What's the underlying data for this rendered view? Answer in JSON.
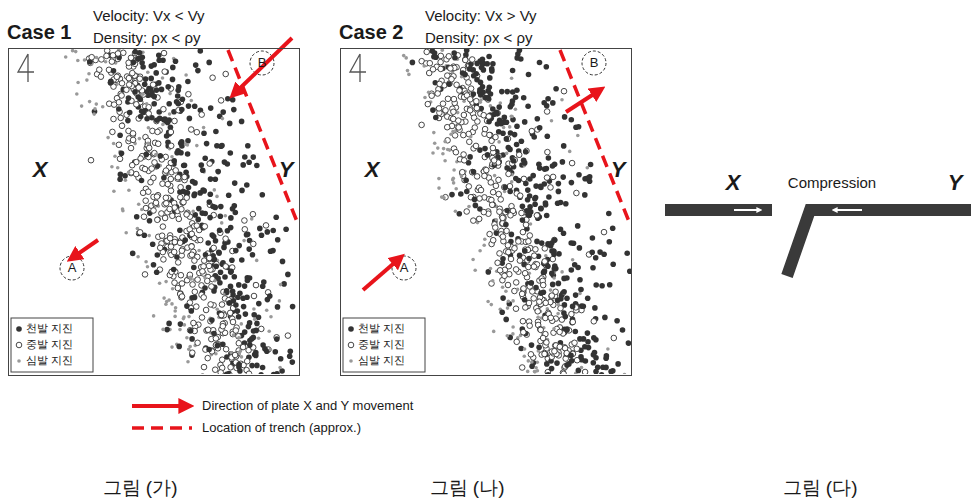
{
  "diagram": {
    "nodes": [
      {
        "text": [
          "Case 1"
        ]
      },
      {
        "text": [
          "Case 2"
        ]
      }
    ],
    "labels": [
      "Velocity: Vx < Vy",
      "Density: ρx < ρy",
      "Velocity: Vx > Vy",
      "Density: ρx < ρy",
      "X",
      "Y",
      "A",
      "B",
      "X",
      "Y",
      "A",
      "B",
      "X",
      "Compression",
      "Y",
      "그림 (가)",
      "그림 (나)",
      "그림 (다)"
    ],
    "legend": [
      {
        "text": "천발 지진"
      },
      {
        "text": "중발 지진"
      },
      {
        "text": "심발 지진"
      },
      {
        "text": "천발 지진"
      },
      {
        "text": "중발 지진"
      },
      {
        "text": "심발 지진"
      },
      {
        "text": "Direction of plate X and Y movement"
      },
      {
        "text": "Location of trench (approx.)"
      }
    ]
  }
}
